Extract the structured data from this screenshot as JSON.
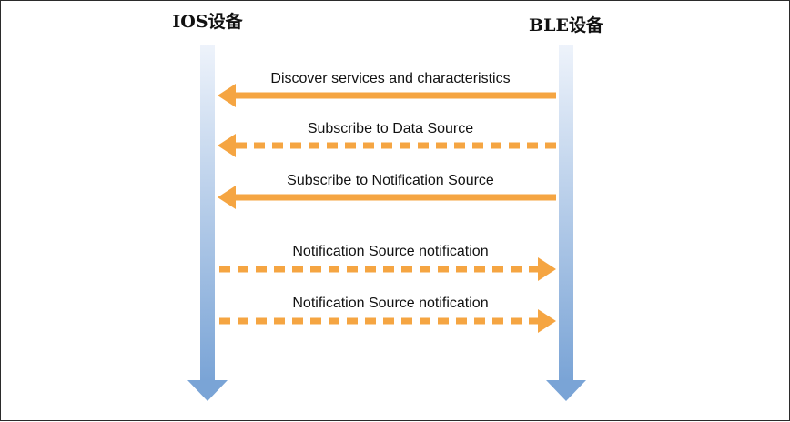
{
  "colors": {
    "arrow": "#f5a542",
    "lifeline_top": "#eef3fb",
    "lifeline_bottom": "#7aa4d6",
    "border": "#2b2b2b"
  },
  "participants": {
    "ios": "IOS设备",
    "ble": "BLE设备"
  },
  "messages": [
    {
      "label": "Discover services and characteristics",
      "direction": "to-ios",
      "style": "solid"
    },
    {
      "label": "Subscribe to Data Source",
      "direction": "to-ios",
      "style": "dashed"
    },
    {
      "label": "Subscribe to Notification Source",
      "direction": "to-ios",
      "style": "solid"
    },
    {
      "label": "Notification Source notification",
      "direction": "to-ble",
      "style": "dashed"
    },
    {
      "label": "Notification Source notification",
      "direction": "to-ble",
      "style": "dashed"
    }
  ]
}
